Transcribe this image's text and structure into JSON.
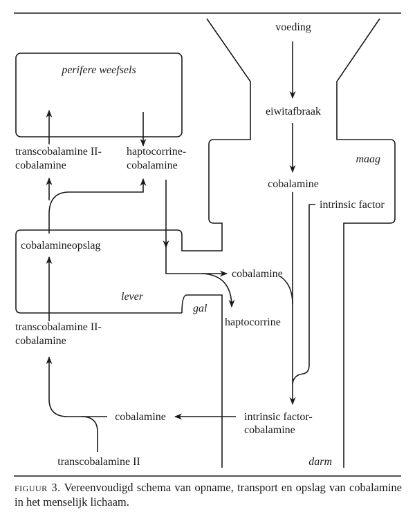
{
  "diagram": {
    "regions": {
      "peripheral_tissues": "perifere weefsels",
      "liver": "lever",
      "stomach": "maag",
      "bile": "gal",
      "intestine": "darm"
    },
    "nodes": {
      "food": "voeding",
      "protein_breakdown": "eiwitafbraak",
      "cobalamin_stomach": "cobalamine",
      "intrinsic_factor": "intrinsic factor",
      "tc2_cbl_top_l1": "transcobalamine II-",
      "tc2_cbl_top_l2": "cobalamine",
      "hc_cbl_l1": "haptocorrine-",
      "hc_cbl_l2": "cobalamine",
      "storage": "cobalamineopslag",
      "cobalamin_bile": "cobalamine",
      "haptocorrine": "haptocorrine",
      "tc2_cbl_bottom_l1": "transcobalamine II-",
      "tc2_cbl_bottom_l2": "cobalamine",
      "cobalamin_blood": "cobalamine",
      "if_cbl_l1": "intrinsic factor-",
      "if_cbl_l2": "cobalamine",
      "tc2": "transcobalamine II"
    },
    "edges": [
      {
        "from": "voeding",
        "to": "eiwitafbraak"
      },
      {
        "from": "eiwitafbraak",
        "to": "cobalamine (maag)"
      },
      {
        "from": "cobalamine (maag)",
        "to": "intrinsic factor-cobalamine"
      },
      {
        "from": "intrinsic factor",
        "to": "intrinsic factor-cobalamine"
      },
      {
        "from": "intrinsic factor-cobalamine",
        "to": "cobalamine (bloed)"
      },
      {
        "from": "cobalamine (bloed) + transcobalamine II",
        "to": "transcobalamine II-cobalamine (onder)"
      },
      {
        "from": "transcobalamine II-cobalamine (onder)",
        "to": "cobalamineopslag"
      },
      {
        "from": "cobalamineopslag",
        "to": "transcobalamine II-cobalamine (boven)"
      },
      {
        "from": "cobalamineopslag",
        "to": "haptocorrine-cobalamine"
      },
      {
        "from": "transcobalamine II-cobalamine (boven)",
        "to": "perifere weefsels"
      },
      {
        "from": "perifere weefsels",
        "to": "haptocorrine-cobalamine"
      },
      {
        "from": "haptocorrine-cobalamine",
        "to": "lever / gal"
      },
      {
        "from": "gal",
        "to": "cobalamine (gal)"
      },
      {
        "from": "gal",
        "to": "haptocorrine"
      },
      {
        "from": "cobalamine (gal)",
        "to": "darm (terug naar cobalamine-stroom)"
      }
    ]
  },
  "caption": {
    "label": "figuur 3.",
    "text": " Vereenvoudigd schema van opname, transport en opslag van cobalamine in het menselijk lichaam."
  }
}
